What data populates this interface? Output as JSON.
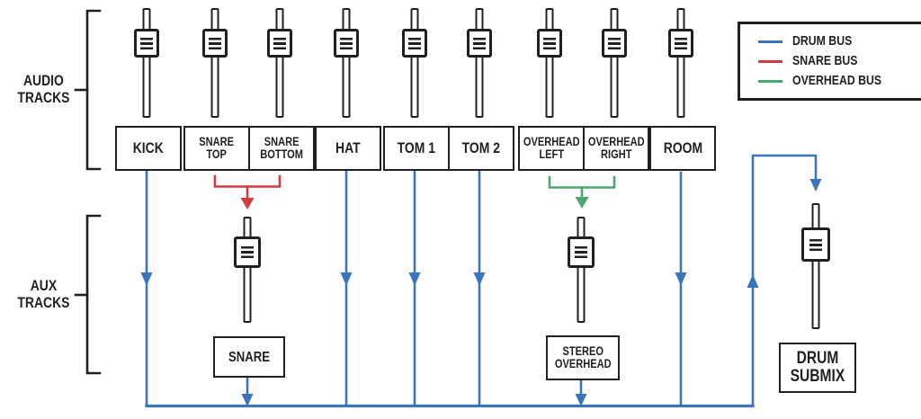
{
  "colors": {
    "blue": "#3a75bc",
    "red": "#cf3b3e",
    "green": "#4aa76d",
    "ink": "#231f20"
  },
  "sections": {
    "audio_label": "AUDIO\nTRACKS",
    "aux_label": "AUX\nTRACKS"
  },
  "audio_tracks": [
    {
      "label": "KICK"
    },
    {
      "label": "SNARE\nTOP"
    },
    {
      "label": "SNARE\nBOTTOM"
    },
    {
      "label": "HAT"
    },
    {
      "label": "TOM 1"
    },
    {
      "label": "TOM 2"
    },
    {
      "label": "OVERHEAD\nLEFT"
    },
    {
      "label": "OVERHEAD\nRIGHT"
    },
    {
      "label": "ROOM"
    }
  ],
  "aux_tracks": [
    {
      "label": "SNARE"
    },
    {
      "label": "STEREO\nOVERHEAD"
    },
    {
      "label": "DRUM\nSUBMIX"
    }
  ],
  "legend": {
    "items": [
      {
        "label": "DRUM BUS",
        "color": "blue"
      },
      {
        "label": "SNARE BUS",
        "color": "red"
      },
      {
        "label": "OVERHEAD BUS",
        "color": "green"
      }
    ]
  }
}
